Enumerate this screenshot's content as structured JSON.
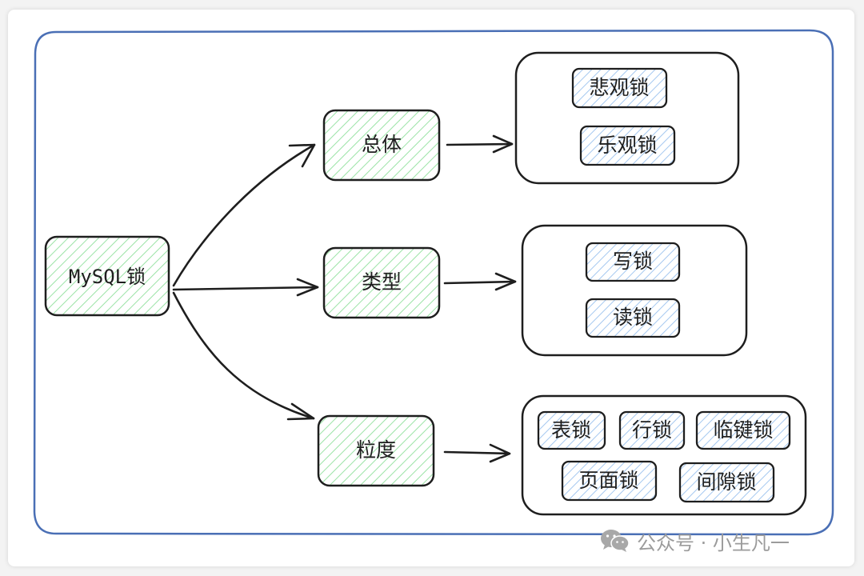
{
  "root": {
    "label": "MySQL锁"
  },
  "categories": [
    {
      "label": "总体",
      "children": [
        "悲观锁",
        "乐观锁"
      ]
    },
    {
      "label": "类型",
      "children": [
        "写锁",
        "读锁"
      ]
    },
    {
      "label": "粒度",
      "children": [
        "表锁",
        "行锁",
        "临键锁",
        "页面锁",
        "间隙锁"
      ]
    }
  ],
  "watermark": {
    "icon": "wechat-icon",
    "text": "公众号 · 小生凡一"
  },
  "colors": {
    "frame": "#4a6fb5",
    "category_hatch": "#b2f2bb",
    "leaf_hatch": "#a5c8f0",
    "stroke": "#1e1e1e"
  }
}
